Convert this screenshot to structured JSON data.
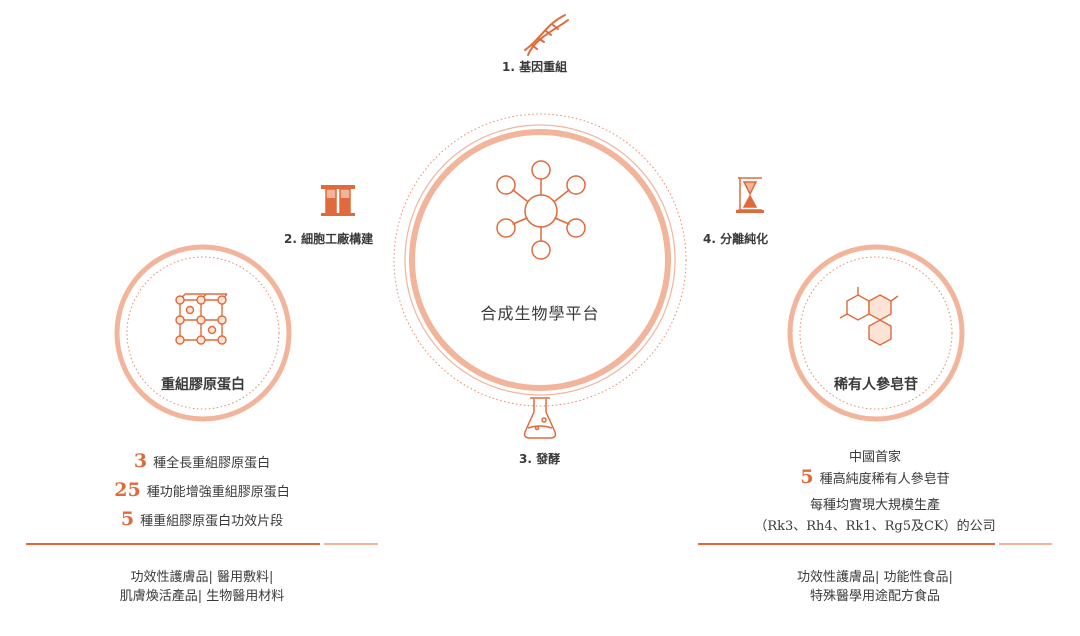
{
  "colors": {
    "accent": "#e06a3b",
    "accent_light": "#f2b49a",
    "text": "#3a3a3a"
  },
  "center": {
    "title": "合成生物學平台",
    "icon": "molecule-network-icon"
  },
  "steps": [
    {
      "label": "1. 基因重組",
      "icon": "dna-icon"
    },
    {
      "label": "2. 細胞工廠構建",
      "icon": "test-tubes-icon"
    },
    {
      "label": "3. 發酵",
      "icon": "flask-icon"
    },
    {
      "label": "4. 分離純化",
      "icon": "separation-funnel-icon"
    }
  ],
  "left": {
    "title": "重組膠原蛋白",
    "icon": "collagen-lattice-icon",
    "stats": [
      {
        "num": "3",
        "text": "種全長重組膠原蛋白"
      },
      {
        "num": "25",
        "text": "種功能增強重組膠原蛋白"
      },
      {
        "num": "5",
        "text": "種重組膠原蛋白功效片段"
      }
    ],
    "applications": [
      "功效性護膚品| 醫用敷料|",
      "肌膚煥活產品| 生物醫用材料"
    ]
  },
  "right": {
    "title": "稀有人參皂苷",
    "icon": "hexagon-molecule-icon",
    "line1": "中國首家",
    "stat": {
      "num": "5",
      "text": "種高純度稀有人參皂苷"
    },
    "line3": "每種均實現大規模生產",
    "line4": "（Rk3、Rh4、Rk1、Rg5及CK）的公司",
    "applications": [
      "功效性護膚品| 功能性食品|",
      "特殊醫學用途配方食品"
    ]
  }
}
